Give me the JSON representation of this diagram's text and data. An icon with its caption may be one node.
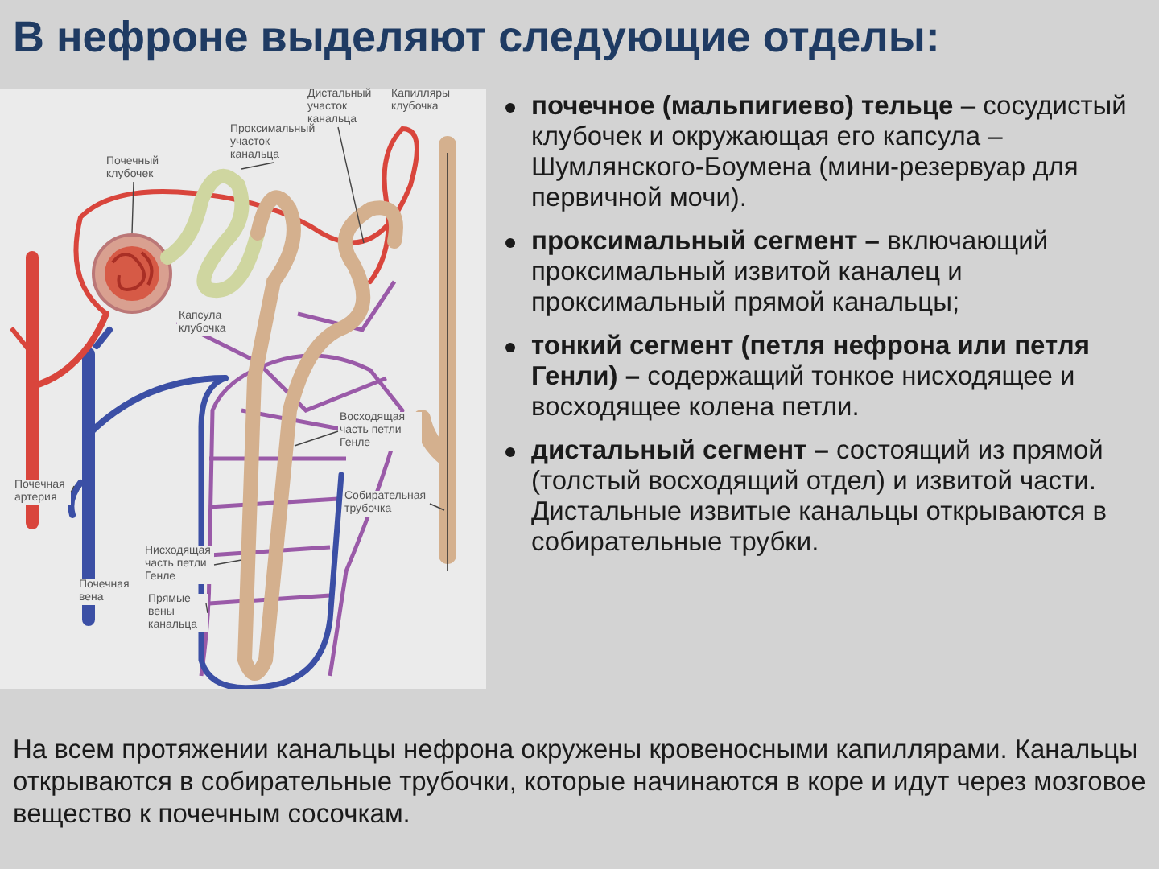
{
  "diagram": {
    "title": "В нефроне выделяют следующие отделы:",
    "nodes": [
      {
        "text": [
          "Дистальный участок канальца"
        ]
      },
      {
        "text": [
          "Капилляры клубочка"
        ]
      },
      {
        "text": [
          "Проксимальный участок канальца"
        ]
      },
      {
        "text": [
          "Почечный клубочек"
        ]
      },
      {
        "text": [
          "Капсула клубочка"
        ]
      },
      {
        "text": [
          "Восходящая часть петли Генле"
        ]
      },
      {
        "text": [
          "Собирательная трубочка"
        ]
      },
      {
        "text": [
          "Почечная артерия"
        ]
      },
      {
        "text": [
          "Нисходящая часть петли Генле"
        ]
      },
      {
        "text": [
          "Почечная вена"
        ]
      },
      {
        "text": [
          "Прямые вены канальца"
        ]
      }
    ],
    "edges": [
      {
        "from": 0,
        "to": null,
        "arrow": "none"
      },
      {
        "from": 2,
        "to": null,
        "arrow": "none"
      },
      {
        "from": 3,
        "to": null,
        "arrow": "none"
      },
      {
        "from": 5,
        "to": null,
        "arrow": "none"
      },
      {
        "from": 6,
        "to": null,
        "arrow": "none"
      },
      {
        "from": 7,
        "to": null,
        "arrow": "none"
      },
      {
        "from": 8,
        "to": null,
        "arrow": "none"
      },
      {
        "from": 10,
        "to": null,
        "arrow": "none"
      }
    ],
    "labels": [
      "**почечное (мальпигиево) тельце** – сосудистый клубочек и окружающая его капсула – Шумлянского-Боумена (мини-резервуар для первичной мочи).",
      "**проксимальный сегмент –** включающий проксимальный извитой каналец и проксимальный прямой канальцы;",
      "**тонкий сегмент (петля нефрона или петля Генли) –** содержащий тонкое нисходящее и восходящее колена петли.",
      "**дистальный сегмент –** состоящий из прямой (толстый восходящий отдел) и извитой части. Дистальные извитые канальцы открываются в собирательные трубки.",
      "На всем протяжении канальцы нефрона окружены кровеносными капиллярами. Канальцы открываются в собирательные трубочки, которые начинаются в коре и идут через мозговое вещество к почечным сосочкам."
    ]
  }
}
